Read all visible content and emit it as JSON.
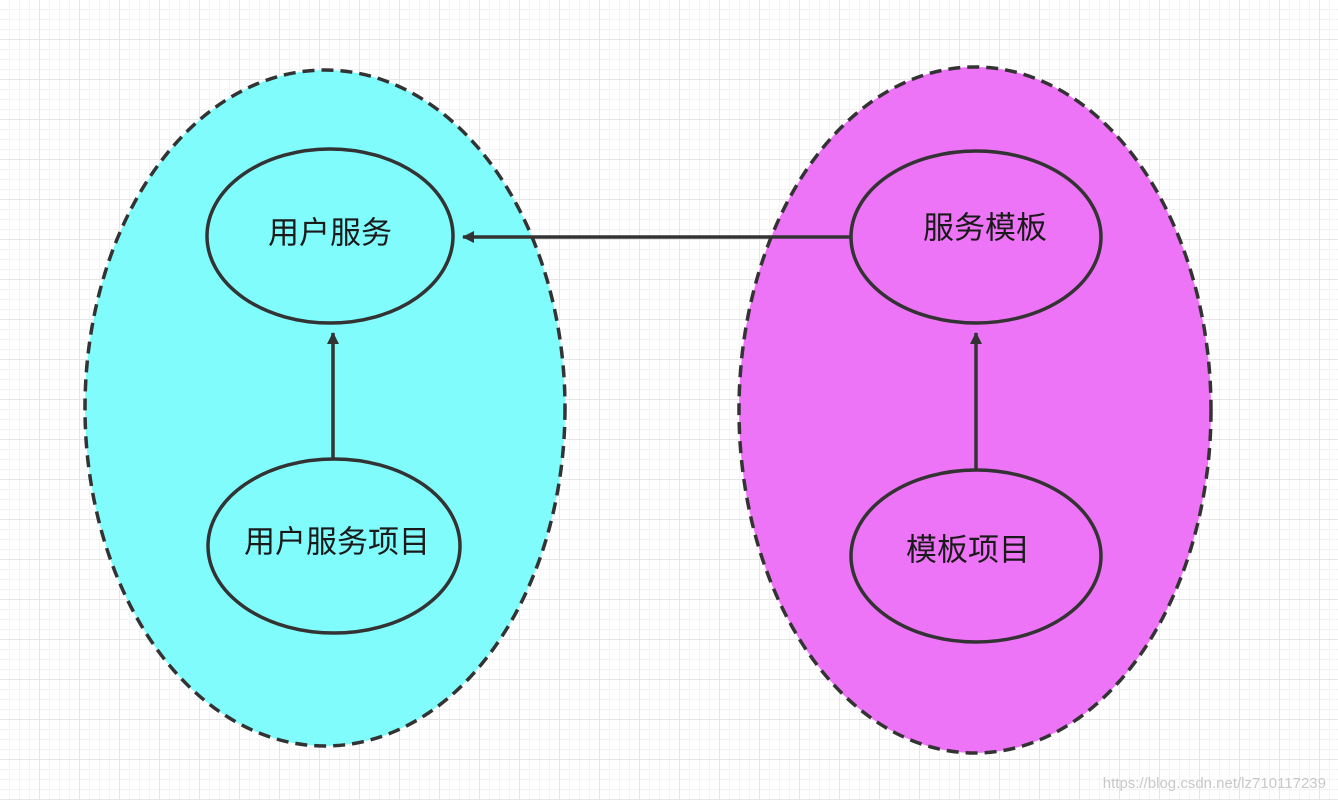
{
  "diagram": {
    "colors": {
      "left_group_fill": "#80fcfd",
      "right_group_fill": "#ee74f7",
      "stroke": "#333333"
    },
    "nodes": {
      "user_service": "用户服务",
      "user_service_project": "用户服务项目",
      "service_template": "服务模板",
      "template_project": "模板项目"
    },
    "edges": [
      {
        "from": "用户服务项目",
        "to": "用户服务"
      },
      {
        "from": "模板项目",
        "to": "服务模板"
      },
      {
        "from": "服务模板",
        "to": "用户服务"
      }
    ]
  },
  "watermark": "https://blog.csdn.net/lz710117239"
}
